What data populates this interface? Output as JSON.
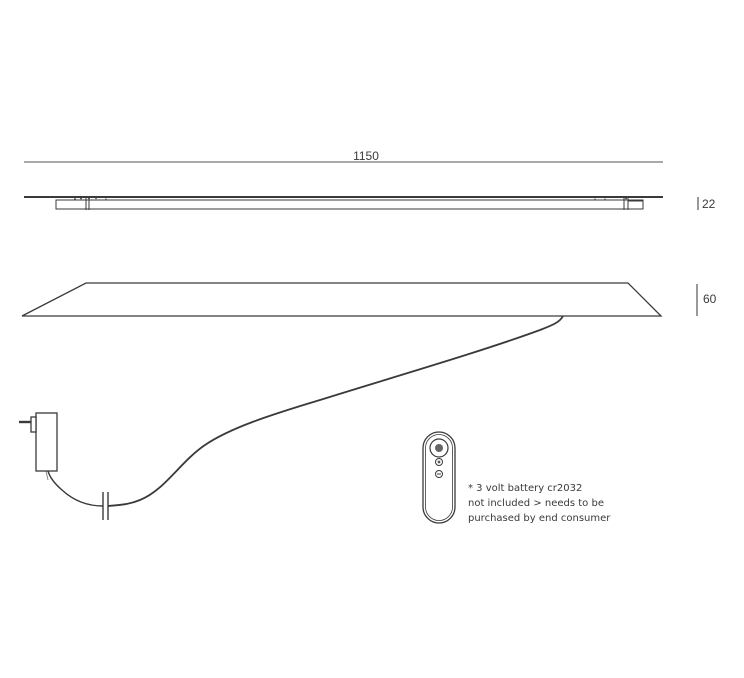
{
  "drawing": {
    "title": "Product dimension drawing — LED panel with cable, power adapter and remote control",
    "line_color": "#3a3a3a",
    "background": "#ffffff"
  },
  "dimensions": {
    "length": {
      "value": "1150",
      "orientation": "horizontal"
    },
    "top_view_thickness": {
      "value": "22",
      "orientation": "vertical"
    },
    "side_view_height": {
      "value": "60",
      "orientation": "vertical"
    }
  },
  "views": {
    "top_view": {
      "label": "panel top/front view"
    },
    "side_view": {
      "label": "panel side view (trapezoid)"
    }
  },
  "accessories": {
    "power_adapter": {
      "label": "plug-in power adapter",
      "icon": "power-adapter-icon"
    },
    "cable": {
      "label": "power cable with break mark"
    },
    "remote": {
      "label": "remote control",
      "icon": "remote-control-icon",
      "buttons": [
        "power",
        "plus",
        "minus"
      ]
    }
  },
  "battery_note": {
    "line1": "* 3 volt battery cr2032",
    "line2": "not included > needs to be",
    "line3": "purchased by end consumer"
  }
}
